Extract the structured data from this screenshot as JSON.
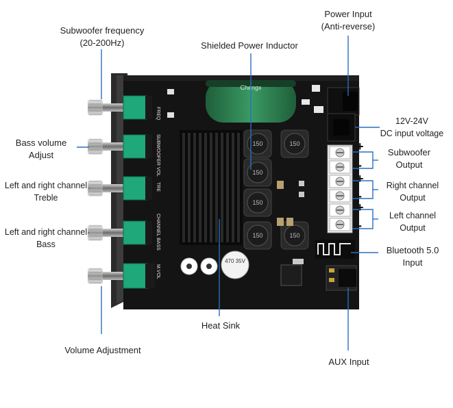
{
  "labels": {
    "subwoofer_freq": [
      "Subwoofer frequency",
      "(20-200Hz)"
    ],
    "bass_volume": [
      "Bass volume",
      "Adjust"
    ],
    "lr_treble": [
      "Left and right channel",
      "Treble"
    ],
    "lr_bass": [
      "Left and right channel",
      "Bass"
    ],
    "volume_adjustment": "Volume Adjustment",
    "shielded_inductor": "Shielded Power Inductor",
    "power_input": [
      "Power Input",
      "(Anti-reverse)"
    ],
    "dc_voltage": [
      "12V-24V",
      "DC input voltage"
    ],
    "subwoofer_output": [
      "Subwoofer",
      "Output"
    ],
    "right_output": [
      "Right channel",
      "Output"
    ],
    "left_output": [
      "Left channel",
      "Output"
    ],
    "bluetooth_input": [
      "Bluetooth 5.0",
      "Input"
    ],
    "heat_sink": "Heat Sink",
    "aux_input": "AUX Input"
  },
  "board_silkscreen": {
    "knob_labels": [
      "FREQ",
      "SUBWOOFER VOL",
      "TRE",
      "CHANNEL BASS",
      "M.VOL"
    ],
    "inductor_value": "150",
    "capacitor_text": "470 35V",
    "main_cap_brand": "Chengx"
  },
  "colors": {
    "callout_line": "#2a6ebd",
    "board": "#121212",
    "pot_green": "#1fa87a",
    "capacitor_green": "#2e7d4f"
  }
}
